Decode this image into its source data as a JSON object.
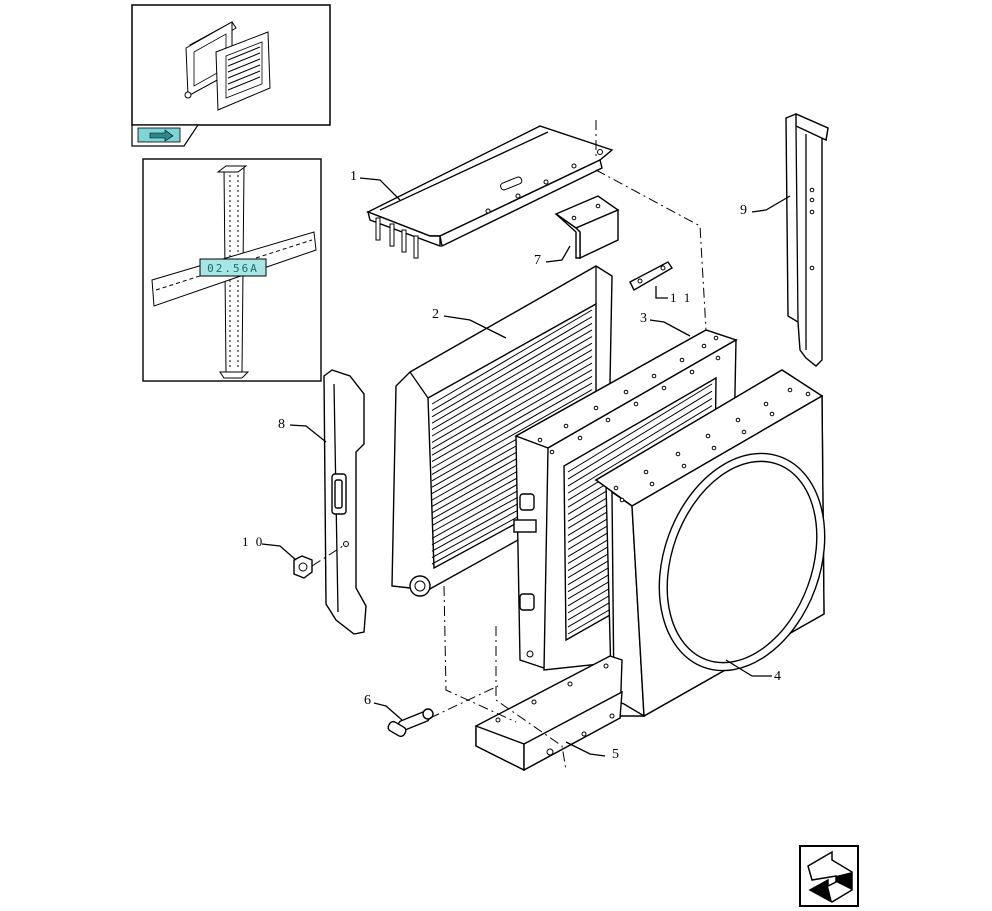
{
  "diagram": {
    "navigation": {
      "reference_code": "02.56A",
      "thumbnail_nav_icon": "arrow-icon",
      "next_page_icon": "return-arrow-icon"
    },
    "callouts": [
      {
        "id": "c1",
        "label": "1"
      },
      {
        "id": "c2",
        "label": "2"
      },
      {
        "id": "c3",
        "label": "3"
      },
      {
        "id": "c4",
        "label": "4"
      },
      {
        "id": "c5",
        "label": "5"
      },
      {
        "id": "c6",
        "label": "6"
      },
      {
        "id": "c7",
        "label": "7"
      },
      {
        "id": "c8",
        "label": "8"
      },
      {
        "id": "c9",
        "label": "9"
      },
      {
        "id": "c10",
        "label": "1 0"
      },
      {
        "id": "c11",
        "label": "1 1"
      }
    ],
    "colors": {
      "accent": "#7fd4d4",
      "line": "#000000"
    }
  }
}
